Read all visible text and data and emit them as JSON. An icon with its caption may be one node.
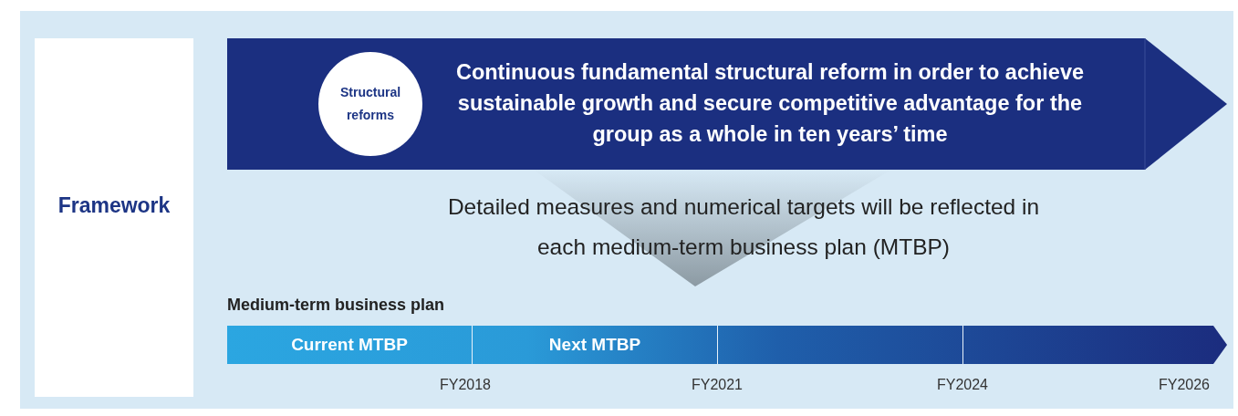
{
  "diagram": {
    "nodes": [
      {
        "text": [
          "Framework"
        ]
      },
      {
        "text": [
          "Continuous fundamental structural reform in order to achieve sustainable growth and secure competitive advantage for the group as a whole in ten years’ time"
        ]
      },
      {
        "text": [
          "Structural reforms"
        ],
        "in": 1
      },
      {
        "text": [],
        "shape": "bar"
      },
      {
        "text": [
          "Current MTBP"
        ],
        "in": 3
      },
      {
        "text": [
          "Next MTBP"
        ],
        "in": 3
      },
      {
        "text": [],
        "shape": "box",
        "in": 3
      },
      {
        "text": [],
        "shape": "box",
        "in": 3
      },
      {
        "text": [],
        "shape": "triangle"
      }
    ],
    "labels": [
      "Detailed measures and numerical targets will be reflected in each medium-term business plan (MTBP)",
      "Medium-term business plan",
      "FY2018",
      "FY2021",
      "FY2024",
      "FY2026"
    ]
  }
}
